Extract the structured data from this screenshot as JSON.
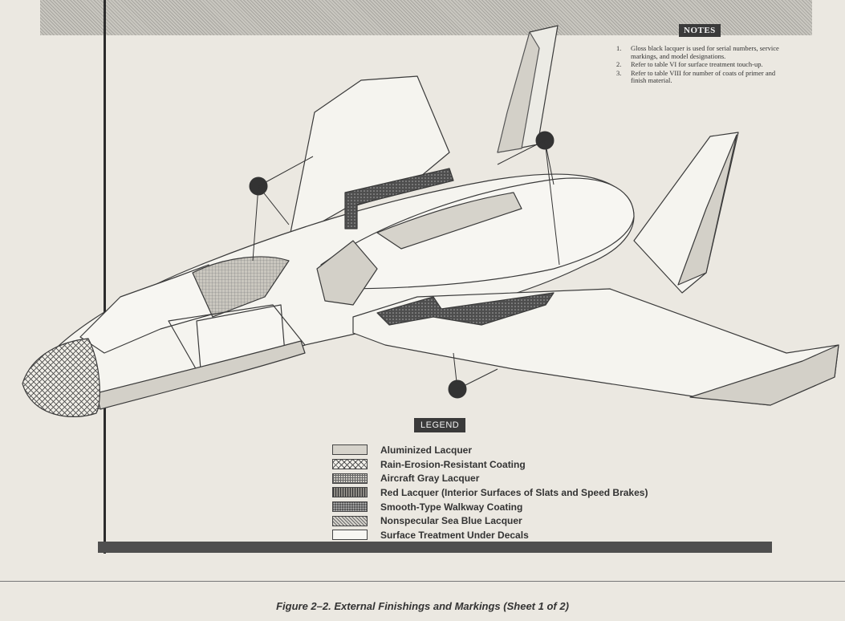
{
  "notes": {
    "title": "NOTES",
    "items": [
      {
        "num": "1.",
        "text": "Gloss black lacquer is used for serial numbers, service markings, and model designations."
      },
      {
        "num": "2.",
        "text": "Refer to table VI for surface treatment touch-up."
      },
      {
        "num": "3.",
        "text": "Refer to table VIII for number of coats of primer and finish material."
      }
    ]
  },
  "legend": {
    "title": "LEGEND",
    "items": [
      {
        "label": "Aluminized Lacquer",
        "pattern": "aluminized"
      },
      {
        "label": "Rain-Erosion-Resistant Coating",
        "pattern": "crosshatch"
      },
      {
        "label": "Aircraft Gray Lacquer",
        "pattern": "grid"
      },
      {
        "label": "Red Lacquer (Interior Surfaces of Slats and Speed Brakes)",
        "pattern": "vertical-lines"
      },
      {
        "label": "Smooth-Type Walkway Coating",
        "pattern": "dark-stipple"
      },
      {
        "label": "Nonspecular Sea Blue Lacquer",
        "pattern": "diagonal-hatch"
      },
      {
        "label": "Surface Treatment Under Decals",
        "pattern": "plain-light"
      }
    ]
  },
  "caption": "Figure 2–2. External Finishings and Markings (Sheet 1 of 2)"
}
